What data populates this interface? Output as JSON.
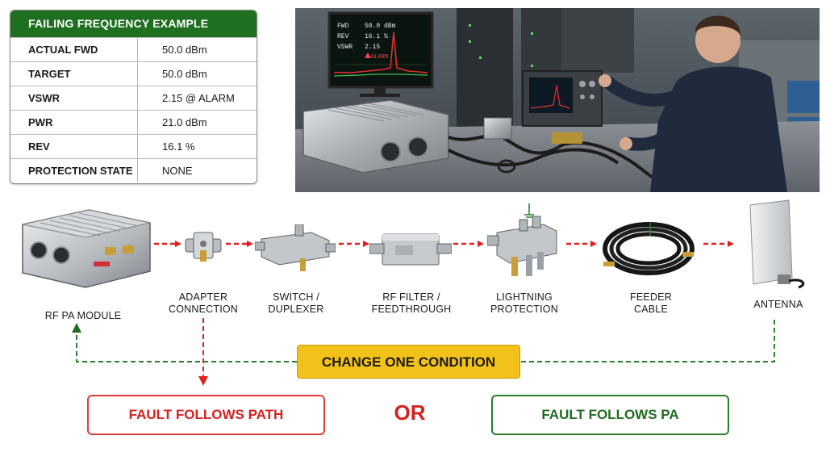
{
  "table": {
    "title": "FAILING FREQUENCY EXAMPLE",
    "rows": [
      {
        "label": "ACTUAL FWD",
        "value": "50.0 dBm"
      },
      {
        "label": "TARGET",
        "value": "50.0 dBm"
      },
      {
        "label": "VSWR",
        "value": "2.15 @ ALARM"
      },
      {
        "label": "PWR",
        "value": "21.0 dBm"
      },
      {
        "label": "REV",
        "value": "16.1 %"
      },
      {
        "label": "PROTECTION STATE",
        "value": "NONE"
      }
    ]
  },
  "photo": {
    "monitor_readout": [
      {
        "label": "FWD",
        "value": "50.0 dBm"
      },
      {
        "label": "REV",
        "value": "16.1 %"
      },
      {
        "label": "VSWR",
        "value": "2.15"
      }
    ],
    "alarm_text": "ALARM"
  },
  "chain": {
    "components": [
      {
        "id": "pa",
        "label_lines": [
          "RF PA MODULE"
        ]
      },
      {
        "id": "adapter",
        "label_lines": [
          "ADAPTER",
          "CONNECTION"
        ]
      },
      {
        "id": "switch",
        "label_lines": [
          "SWITCH /",
          "DUPLEXER"
        ]
      },
      {
        "id": "filter",
        "label_lines": [
          "RF FILTER /",
          "FEEDTHROUGH"
        ]
      },
      {
        "id": "lightning",
        "label_lines": [
          "LIGHTNING",
          "PROTECTION"
        ]
      },
      {
        "id": "feeder",
        "label_lines": [
          "FEEDER",
          "CABLE"
        ]
      },
      {
        "id": "antenna",
        "label_lines": [
          "ANTENNA"
        ]
      }
    ]
  },
  "decision": {
    "condition": "CHANGE ONE CONDITION",
    "fault_path": "FAULT FOLLOWS PATH",
    "or": "OR",
    "fault_pa": "FAULT  FOLLOWS PA"
  },
  "colors": {
    "header_green": "#1f6f21",
    "arrow_red": "#e01f1f",
    "dashed_green": "#2c7d2e",
    "condition_yellow": "#f3c21a"
  }
}
